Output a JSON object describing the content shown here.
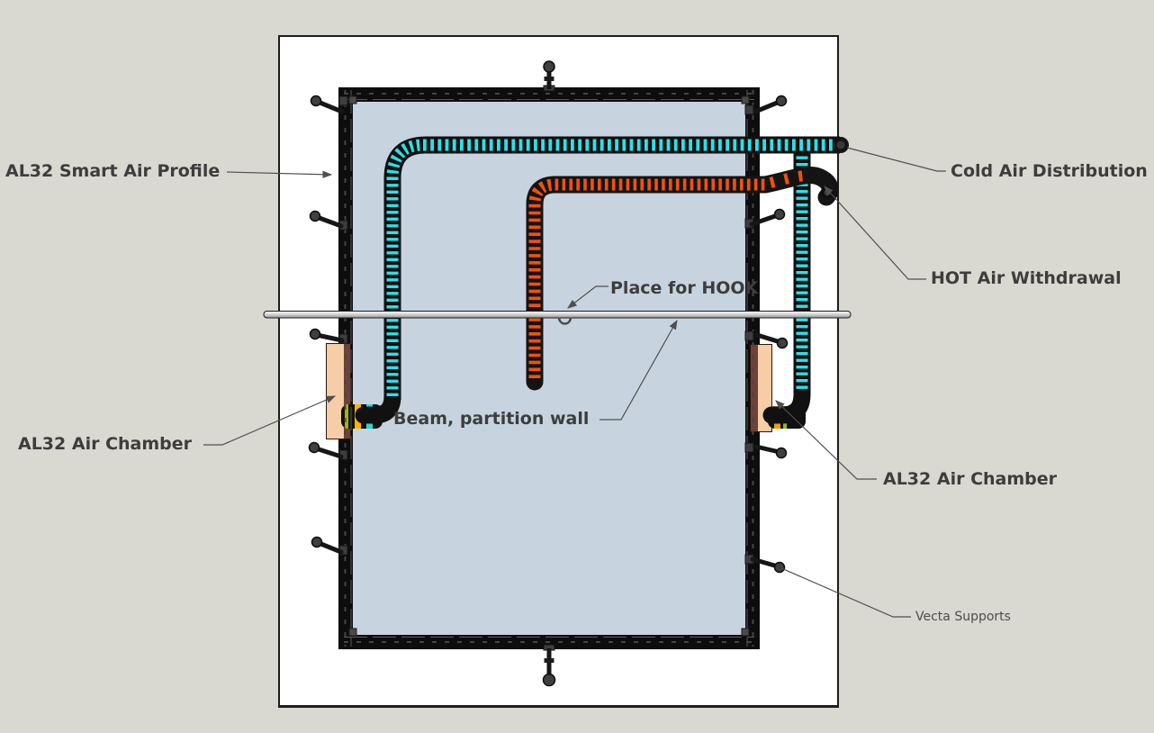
{
  "labels": {
    "smart_air_profile": "AL32 Smart Air Profile",
    "cold_air_distribution": "Cold Air Distribution",
    "hot_air_withdrawal": "HOT Air Withdrawal",
    "place_for_hook": "Place for HOOK",
    "beam_partition_wall": "Beam, partition wall",
    "air_chamber_left": "AL32 Air Chamber",
    "air_chamber_right": "AL32 Air Chamber",
    "vecta_supports": "Vecta Supports"
  },
  "colors": {
    "background": "#d9d8d1",
    "panel_white": "#ffffff",
    "glass_blue": "#c7d4df",
    "frame_black": "#0d0d0d",
    "cold_hose_stripe": "#2de0e8",
    "hot_hose_stripe": "#f25208",
    "chamber_tan": "#f5cda6",
    "chamber_brown": "#6e4238",
    "beam_gray": "#c8c8c8",
    "leader_line": "#4f4f4f",
    "label_text": "#3d3d3d"
  }
}
